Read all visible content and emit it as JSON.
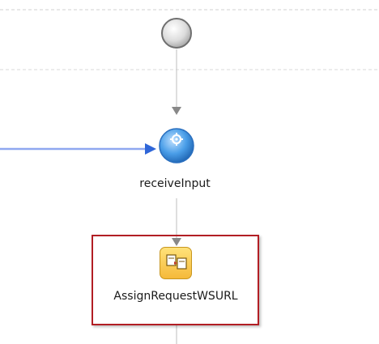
{
  "diagram": {
    "nodes": {
      "start_event": {
        "name": "start-event"
      },
      "receive": {
        "label": "receiveInput",
        "icon": "gear-icon"
      },
      "assign": {
        "label": "AssignRequestWSURL",
        "icon": "assign-icon",
        "selected": true
      }
    },
    "colors": {
      "incoming_link": "#8fa8f0",
      "selection": "#b21e24",
      "assign_fill": "#f5b93a",
      "receive_fill": "#3e8fd8"
    }
  }
}
